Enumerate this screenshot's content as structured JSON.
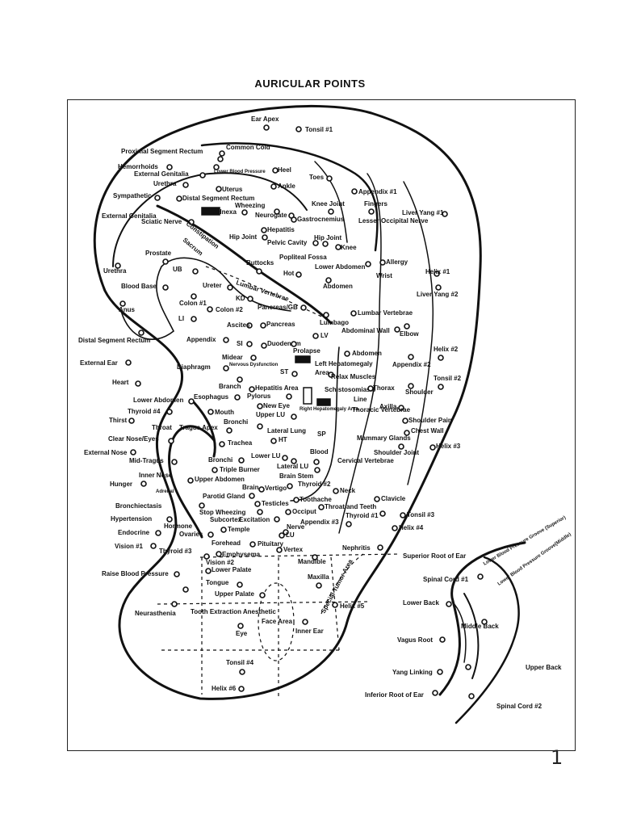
{
  "page_title": "AURICULAR POINTS",
  "page_number": "1",
  "points": [
    {
      "id": "ear-apex",
      "label": "Ear Apex"
    },
    {
      "id": "tonsil-1",
      "label": "Tonsil #1"
    },
    {
      "id": "common-cold",
      "label": "Common Cold"
    },
    {
      "id": "proximal-segment-rectum",
      "label": "Proximal Segment Rectum"
    },
    {
      "id": "hemorrhoids",
      "label": "Hemorrhoids"
    },
    {
      "id": "external-genitalia-upper",
      "label": "External Genitalia"
    },
    {
      "id": "lower-blood-pressure",
      "label": "Lower Blood Pressure"
    },
    {
      "id": "heel",
      "label": "Heel"
    },
    {
      "id": "toes",
      "label": "Toes"
    },
    {
      "id": "urethra-upper",
      "label": "Urethra"
    },
    {
      "id": "uterus",
      "label": "Uterus"
    },
    {
      "id": "ankle",
      "label": "Ankle"
    },
    {
      "id": "appendix-1",
      "label": "Appendix #1"
    },
    {
      "id": "sympathetic",
      "label": "Sympathetic"
    },
    {
      "id": "distal-segment-rectum-upper",
      "label": "Distal Segment Rectum"
    },
    {
      "id": "knee-joint",
      "label": "Knee Joint"
    },
    {
      "id": "fingers",
      "label": "Fingers"
    },
    {
      "id": "wheezing-upper",
      "label": "Wheezing"
    },
    {
      "id": "adnexa",
      "label": "Adnexa"
    },
    {
      "id": "liver-yang-1",
      "label": "Liver Yang #1"
    },
    {
      "id": "external-genitalia-left",
      "label": "External Genitalia"
    },
    {
      "id": "neurogate",
      "label": "Neurogate"
    },
    {
      "id": "gastrocnemius",
      "label": "Gastrocnemius"
    },
    {
      "id": "lesser-occipital-nerve",
      "label": "Lesser Occipital Nerve"
    },
    {
      "id": "sciatic-nerve",
      "label": "Sciatic Nerve"
    },
    {
      "id": "constipation",
      "label": "Constipation"
    },
    {
      "id": "hepatitis",
      "label": "Hepatitis"
    },
    {
      "id": "hip-joint-a",
      "label": "Hip Joint"
    },
    {
      "id": "hip-joint-b",
      "label": "Hip Joint"
    },
    {
      "id": "pelvic-cavity",
      "label": "Pelvic Cavity"
    },
    {
      "id": "knee",
      "label": "Knee"
    },
    {
      "id": "prostate",
      "label": "Prostate"
    },
    {
      "id": "sacrum",
      "label": "Sacrum"
    },
    {
      "id": "popliteal-fossa",
      "label": "Popliteal Fossa"
    },
    {
      "id": "buttocks",
      "label": "Buttocks"
    },
    {
      "id": "allergy",
      "label": "Allergy"
    },
    {
      "id": "urethra-left",
      "label": "Urethra"
    },
    {
      "id": "ub",
      "label": "UB"
    },
    {
      "id": "lower-abdomen-upper",
      "label": "Lower Abdomen"
    },
    {
      "id": "helix-1",
      "label": "Helix #1"
    },
    {
      "id": "hot",
      "label": "Hot"
    },
    {
      "id": "wrist",
      "label": "Wrist"
    },
    {
      "id": "blood-base",
      "label": "Blood Base"
    },
    {
      "id": "ureter",
      "label": "Ureter"
    },
    {
      "id": "lumbar-vertebrae-curve",
      "label": "Lumbar Vertebrae"
    },
    {
      "id": "abdomen-upper",
      "label": "Abdomen"
    },
    {
      "id": "liver-yang-2",
      "label": "Liver Yang #2"
    },
    {
      "id": "kd",
      "label": "KD"
    },
    {
      "id": "colon-1",
      "label": "Colon #1"
    },
    {
      "id": "pancreas-gb",
      "label": "Pancreas/GB"
    },
    {
      "id": "anus",
      "label": "Anus"
    },
    {
      "id": "colon-2",
      "label": "Colon #2"
    },
    {
      "id": "lumbar-vertebrae-right",
      "label": "Lumbar Vertebrae"
    },
    {
      "id": "li",
      "label": "LI"
    },
    {
      "id": "ascites",
      "label": "Ascites"
    },
    {
      "id": "pancreas",
      "label": "Pancreas"
    },
    {
      "id": "lumbago",
      "label": "Lumbago"
    },
    {
      "id": "abdominal-wall",
      "label": "Abdominal Wall"
    },
    {
      "id": "elbow",
      "label": "Elbow"
    },
    {
      "id": "lv",
      "label": "LV"
    },
    {
      "id": "distal-segment-rectum-left",
      "label": "Distal Segment Rectum"
    },
    {
      "id": "appendix-left",
      "label": "Appendix"
    },
    {
      "id": "si",
      "label": "SI"
    },
    {
      "id": "duodenum",
      "label": "Duodenum"
    },
    {
      "id": "prolapse",
      "label": "Prolapse"
    },
    {
      "id": "abdomen-right",
      "label": "Abdomen"
    },
    {
      "id": "helix-2",
      "label": "Helix #2"
    },
    {
      "id": "mid-ear",
      "label": "Midear"
    },
    {
      "id": "external-ear",
      "label": "External Ear"
    },
    {
      "id": "diaphragm",
      "label": "Diaphragm"
    },
    {
      "id": "nervous-dysfunction",
      "label": "Nervous Dysfunction"
    },
    {
      "id": "left-hepatomegaly",
      "label": "Left Hepatomegaly"
    },
    {
      "id": "appendix-2",
      "label": "Appendix #2"
    },
    {
      "id": "st",
      "label": "ST"
    },
    {
      "id": "area",
      "label": "Area"
    },
    {
      "id": "tonsil-2",
      "label": "Tonsil #2"
    },
    {
      "id": "relax-muscles",
      "label": "Relax Muscles"
    },
    {
      "id": "heart",
      "label": "Heart"
    },
    {
      "id": "branch",
      "label": "Branch"
    },
    {
      "id": "hepatitis-area",
      "label": "Hepatitis Area"
    },
    {
      "id": "schistosomiasis",
      "label": "Schistosomiasis"
    },
    {
      "id": "thorax",
      "label": "Thorax"
    },
    {
      "id": "shoulder",
      "label": "Shoulder"
    },
    {
      "id": "esophagus",
      "label": "Esophagus"
    },
    {
      "id": "pylorus",
      "label": "Pylorus"
    },
    {
      "id": "line",
      "label": "Line"
    },
    {
      "id": "lower-abdomen-left",
      "label": "Lower Abdomen"
    },
    {
      "id": "new-eye",
      "label": "New Eye"
    },
    {
      "id": "axilla",
      "label": "Axilla"
    },
    {
      "id": "thyroid-4",
      "label": "Thyroid #4"
    },
    {
      "id": "mouth",
      "label": "Mouth"
    },
    {
      "id": "upper-lu",
      "label": "Upper LU"
    },
    {
      "id": "right-hepatomegaly-area",
      "label": "Right Hepatomegaly Area"
    },
    {
      "id": "thoracic-vertebrae",
      "label": "Thoracic Vertebrae"
    },
    {
      "id": "thirst",
      "label": "Thirst"
    },
    {
      "id": "bronchi-upper",
      "label": "Bronchi"
    },
    {
      "id": "shoulder-pain",
      "label": "Shoulder Pain"
    },
    {
      "id": "throat",
      "label": "Throat"
    },
    {
      "id": "tragus-apex",
      "label": "Tragus Apex"
    },
    {
      "id": "lateral-lung",
      "label": "Lateral Lung"
    },
    {
      "id": "sp",
      "label": "SP"
    },
    {
      "id": "chest-wall",
      "label": "Chest Wall"
    },
    {
      "id": "clear-nose-eyes",
      "label": "Clear Nose/Eyes"
    },
    {
      "id": "ht",
      "label": "HT"
    },
    {
      "id": "mammary-glands",
      "label": "Mammary Glands"
    },
    {
      "id": "trachea",
      "label": "Trachea"
    },
    {
      "id": "helix-3",
      "label": "Helix #3"
    },
    {
      "id": "external-nose",
      "label": "External Nose"
    },
    {
      "id": "blood",
      "label": "Blood"
    },
    {
      "id": "shoulder-joint",
      "label": "Shoulder Joint"
    },
    {
      "id": "mid-tragus",
      "label": "Mid-Tragus"
    },
    {
      "id": "bronchi-lower",
      "label": "Bronchi"
    },
    {
      "id": "lower-lu",
      "label": "Lower LU"
    },
    {
      "id": "cervical-vertebrae",
      "label": "Cervical Vertebrae"
    },
    {
      "id": "triple-burner",
      "label": "Triple Burner"
    },
    {
      "id": "lateral-lu",
      "label": "Lateral LU"
    },
    {
      "id": "inner-nose",
      "label": "Inner Nose"
    },
    {
      "id": "hunger",
      "label": "Hunger"
    },
    {
      "id": "adrenal",
      "label": "Adrenal"
    },
    {
      "id": "upper-abdomen",
      "label": "Upper Abdomen"
    },
    {
      "id": "brain-stem",
      "label": "Brain Stem"
    },
    {
      "id": "thyroid-2",
      "label": "Thyroid #2"
    },
    {
      "id": "brain",
      "label": "Brain"
    },
    {
      "id": "vertigo",
      "label": "Vertigo"
    },
    {
      "id": "neck",
      "label": "Neck"
    },
    {
      "id": "parotid-gland",
      "label": "Parotid Gland"
    },
    {
      "id": "toothache",
      "label": "Toothache"
    },
    {
      "id": "clavicle",
      "label": "Clavicle"
    },
    {
      "id": "bronchiectasis",
      "label": "Bronchiectasis"
    },
    {
      "id": "testicles",
      "label": "Testicles"
    },
    {
      "id": "throat-and-teeth",
      "label": "Throat and Teeth"
    },
    {
      "id": "stop-wheezing",
      "label": "Stop Wheezing"
    },
    {
      "id": "occiput",
      "label": "Occiput"
    },
    {
      "id": "thyroid-1",
      "label": "Thyroid #1"
    },
    {
      "id": "tonsil-3",
      "label": "Tonsil #3"
    },
    {
      "id": "hypertension",
      "label": "Hypertension"
    },
    {
      "id": "subcortex",
      "label": "Subcortex"
    },
    {
      "id": "excitation",
      "label": "Excitation"
    },
    {
      "id": "appendix-3",
      "label": "Appendix #3"
    },
    {
      "id": "hormone",
      "label": "Hormone"
    },
    {
      "id": "temple",
      "label": "Temple"
    },
    {
      "id": "nerve",
      "label": "Nerve"
    },
    {
      "id": "helix-4",
      "label": "Helix #4"
    },
    {
      "id": "endocrine",
      "label": "Endocrine"
    },
    {
      "id": "ovaries",
      "label": "Ovaries"
    },
    {
      "id": "lu",
      "label": "LU"
    },
    {
      "id": "vision-1",
      "label": "Vision #1"
    },
    {
      "id": "forehead",
      "label": "Forehead"
    },
    {
      "id": "pituitary",
      "label": "Pituitary"
    },
    {
      "id": "nephritis",
      "label": "Nephritis"
    },
    {
      "id": "thyroid-3",
      "label": "Thyroid #3"
    },
    {
      "id": "emphysema",
      "label": "Emphysema"
    },
    {
      "id": "vertex",
      "label": "Vertex"
    },
    {
      "id": "superior-root-of-ear",
      "label": "Superior Root of Ear"
    },
    {
      "id": "vision-2",
      "label": "Vision #2"
    },
    {
      "id": "mandible",
      "label": "Mandible"
    },
    {
      "id": "raise-blood-pressure",
      "label": "Raise Blood Pressure"
    },
    {
      "id": "lower-palate",
      "label": "Lower Palate"
    },
    {
      "id": "tongue",
      "label": "Tongue"
    },
    {
      "id": "maxilla",
      "label": "Maxilla"
    },
    {
      "id": "spinal-cord-1",
      "label": "Spinal Cord #1"
    },
    {
      "id": "upper-palate",
      "label": "Upper Palate"
    },
    {
      "id": "special-tumor-area",
      "label": "Special Tumor Area"
    },
    {
      "id": "lower-back",
      "label": "Lower Back"
    },
    {
      "id": "tooth-extraction-anesthetic",
      "label": "Tooth Extraction Anesthetic"
    },
    {
      "id": "neurasthenia",
      "label": "Neurasthenia"
    },
    {
      "id": "helix-5",
      "label": "Helix #5"
    },
    {
      "id": "face-area",
      "label": "Face Area"
    },
    {
      "id": "middle-back",
      "label": "Middle Back"
    },
    {
      "id": "inner-ear",
      "label": "Inner Ear"
    },
    {
      "id": "eye",
      "label": "Eye"
    },
    {
      "id": "vagus-root",
      "label": "Vagus Root"
    },
    {
      "id": "upper-back",
      "label": "Upper Back"
    },
    {
      "id": "tonsil-4",
      "label": "Tonsil #4"
    },
    {
      "id": "yang-linking",
      "label": "Yang Linking"
    },
    {
      "id": "helix-6",
      "label": "Helix #6"
    },
    {
      "id": "inferior-root-of-ear",
      "label": "Inferior Root of Ear"
    },
    {
      "id": "spinal-cord-2",
      "label": "Spinal Cord #2"
    },
    {
      "id": "lbp-groove-superior",
      "label": "Lower Blood Pressure Groove (Superior)"
    },
    {
      "id": "lbp-groove-middle",
      "label": "Lower Blood Pressure Groove(Middle)"
    }
  ]
}
